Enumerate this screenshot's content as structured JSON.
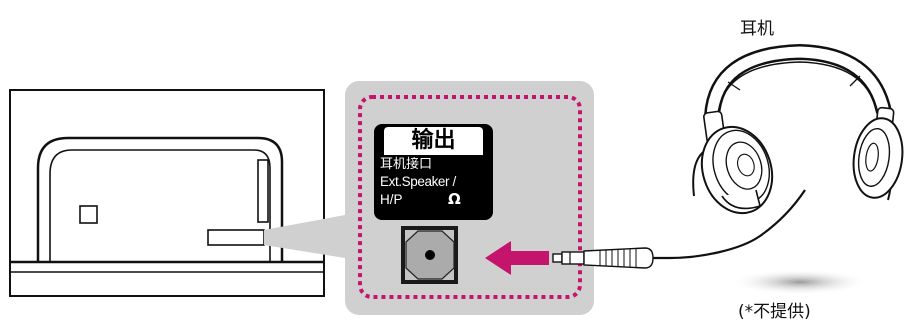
{
  "headphones_label": "耳机",
  "note_label": "(*不提供)",
  "port_panel": {
    "title": "输出",
    "line1": "耳机接口",
    "line2": "Ext.Speaker /",
    "line3": "H/P",
    "symbol": "Ω"
  },
  "colors": {
    "panel_gray": "#d0d0d0",
    "dotted_border": "#c4146c",
    "arrow": "#c4146c",
    "outline": "#111111"
  }
}
